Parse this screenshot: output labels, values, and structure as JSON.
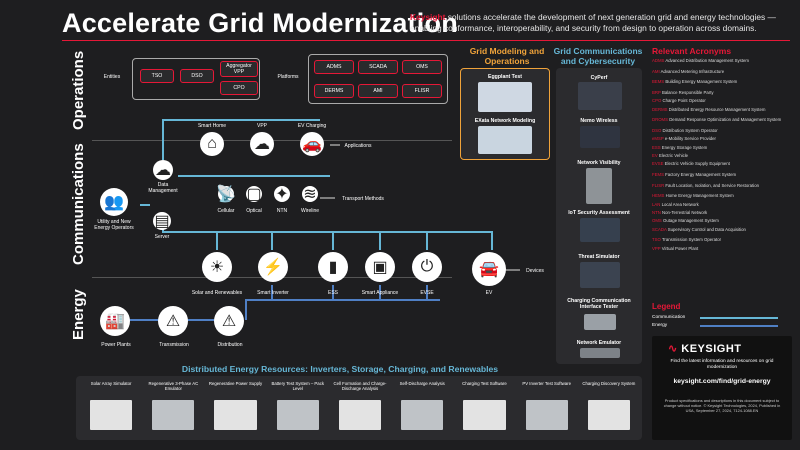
{
  "header": {
    "title": "Accelerate Grid Modernization",
    "brand": "Keysight",
    "subtitle": "solutions accelerate the development of next generation grid and energy technologies — enabling conformance, interoperability, and security from design to operation across domains."
  },
  "sections": {
    "operations": "Operations",
    "communications": "Communications",
    "energy": "Energy"
  },
  "operations": {
    "entities_label": "Entities",
    "entities": [
      "TSO",
      "DSO",
      "Aggregator VPP",
      "CPO"
    ],
    "platforms_label": "Platforms",
    "platforms": [
      "ADMS",
      "SCADA",
      "OMS",
      "DERMS",
      "AMI",
      "FLISR"
    ]
  },
  "communications": {
    "top_items": [
      "Smart Home",
      "VPP",
      "EV Charging"
    ],
    "applications_label": "Applications",
    "data_mgmt": "Data Management",
    "server": "Server",
    "utility": "Utility and New Energy Operators",
    "transport": [
      "Cellular",
      "Optical",
      "NTN",
      "Wireline"
    ],
    "transport_label": "Transport Methods"
  },
  "energy": {
    "devices_row": [
      "Solar and Renewables",
      "Smart Inverter",
      "ESS",
      "Smart Appliance",
      "EVSE",
      "EV"
    ],
    "devices_label": "Devices",
    "grid_row": [
      "Power Plants",
      "Transmission",
      "Distribution"
    ]
  },
  "grid_modeling": {
    "title": "Grid Modeling and Operations",
    "items": [
      "Eggplant Test",
      "EXata Network Modeling"
    ]
  },
  "grid_comms": {
    "title": "Grid Communications and Cybersecurity",
    "items": [
      "CyPerf",
      "Nemo Wireless",
      "Network Visibility",
      "IoT Security Assessment",
      "Threat Simulator",
      "Charging Communication Interface Tester",
      "Network Emulator"
    ]
  },
  "acronyms": {
    "title": "Relevant Acronyms",
    "items": [
      [
        "ADMS",
        "Advanced Distribution Management System"
      ],
      [
        "AMI",
        "Advanced Metering Infrastructure"
      ],
      [
        "BEMS",
        "Building Energy Management System"
      ],
      [
        "BRP",
        "Balance Responsible Party"
      ],
      [
        "CPO",
        "Charge Point Operator"
      ],
      [
        "DERMS",
        "Distributed Energy Resource Management System"
      ],
      [
        "DROMS",
        "Demand Response Optimization and Management System"
      ],
      [
        "DSO",
        "Distribution System Operator"
      ],
      [
        "eMSP",
        "e-Mobility Service Provider"
      ],
      [
        "ESS",
        "Energy Storage System"
      ],
      [
        "EV",
        "Electric Vehicle"
      ],
      [
        "EVSE",
        "Electric Vehicle Supply Equipment"
      ],
      [
        "FEMS",
        "Factory Energy Management System"
      ],
      [
        "FLISR",
        "Fault Location, Isolation, and Service Restoration"
      ],
      [
        "HEMS",
        "Home Energy Management System"
      ],
      [
        "LAN",
        "Local Area Network"
      ],
      [
        "NTN",
        "Non-Terrestrial Network"
      ],
      [
        "OMS",
        "Outage Management System"
      ],
      [
        "SCADA",
        "Supervisory Control and Data Acquisition"
      ],
      [
        "TSO",
        "Transmission System Operator"
      ],
      [
        "VPP",
        "Virtual Power Plant"
      ]
    ]
  },
  "legend": {
    "title": "Legend",
    "communication": "Communication",
    "energy": "Energy"
  },
  "der": {
    "title": "Distributed Energy Resources: Inverters, Storage, Charging, and Renewables",
    "products": [
      "Solar Array Simulator",
      "Regenerative 3-Phase AC Emulator",
      "Regenerative Power Supply",
      "Battery Test System – Pack Level",
      "Cell Formation and Charge-Discharge Analysis",
      "Self-Discharge Analysis",
      "Charging Test Software",
      "PV Inverter Test Software",
      "Charging Discovery System"
    ]
  },
  "footer": {
    "logo": "KEYSIGHT",
    "tagline": "Find the latest information and resources on grid modernization",
    "url": "keysight.com/find/grid-energy",
    "fine": "Product specifications and descriptions in this document subject to change without notice. © Keysight Technologies, 2024, Published in USA, September 27, 2024, 7124-1088.EN"
  },
  "colors": {
    "accent": "#e51837",
    "communication": "#66b7d6",
    "energy": "#4f7fc4",
    "orange": "#f0a33a"
  }
}
